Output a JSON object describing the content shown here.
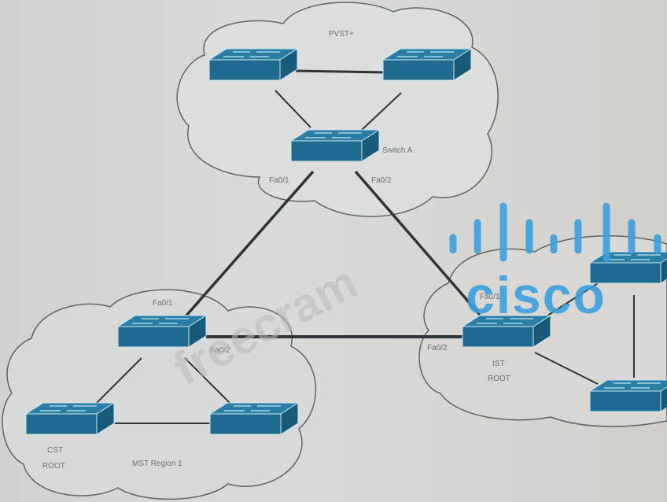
{
  "diagram": {
    "clouds": [
      {
        "id": "pvst",
        "label": "PVST+"
      },
      {
        "id": "mst-region-1",
        "label": "MST Region 1"
      },
      {
        "id": "mst-right",
        "label": ""
      }
    ],
    "switches": [
      {
        "id": "pvst-left",
        "label": ""
      },
      {
        "id": "pvst-right",
        "label": ""
      },
      {
        "id": "switch-a",
        "label": "Switch A"
      },
      {
        "id": "mst1-top",
        "label": ""
      },
      {
        "id": "mst1-cst-root",
        "label_line1": "CST",
        "label_line2": "ROOT"
      },
      {
        "id": "mst1-right",
        "label": ""
      },
      {
        "id": "ist-root",
        "label_line1": "IST",
        "label_line2": "ROOT"
      },
      {
        "id": "right-top",
        "label": ""
      },
      {
        "id": "right-bottom",
        "label": ""
      }
    ],
    "ports": {
      "switch_a_fa01": "Fa0/1",
      "switch_a_fa02": "Fa0/2",
      "mst1_top_fa01": "Fa0/1",
      "mst1_top_fa02": "Fa0/2",
      "ist_root_fa01": "Fa0/1",
      "ist_root_fa02": "Fa0/2"
    },
    "links": [
      {
        "from": "pvst-left",
        "to": "pvst-right"
      },
      {
        "from": "pvst-left",
        "to": "switch-a"
      },
      {
        "from": "pvst-right",
        "to": "switch-a"
      },
      {
        "from": "switch-a",
        "to": "mst1-top",
        "ports": "Fa0/1 - Fa0/1"
      },
      {
        "from": "switch-a",
        "to": "ist-root",
        "ports": "Fa0/2 - Fa0/1"
      },
      {
        "from": "mst1-top",
        "to": "ist-root",
        "ports": "Fa0/2 - Fa0/2"
      },
      {
        "from": "mst1-top",
        "to": "mst1-cst-root"
      },
      {
        "from": "mst1-top",
        "to": "mst1-right"
      },
      {
        "from": "mst1-cst-root",
        "to": "mst1-right"
      },
      {
        "from": "ist-root",
        "to": "right-top"
      },
      {
        "from": "ist-root",
        "to": "right-bottom"
      },
      {
        "from": "right-top",
        "to": "right-bottom"
      }
    ],
    "watermarks": {
      "brand": "cisco",
      "faint": "freecram"
    },
    "colors": {
      "switch_front": "#1f6a8e",
      "switch_top": "#2a7ea5",
      "link": "#2e3438",
      "cloud_stroke": "#5d6468",
      "cisco_blue": "#3aa0dc"
    }
  }
}
